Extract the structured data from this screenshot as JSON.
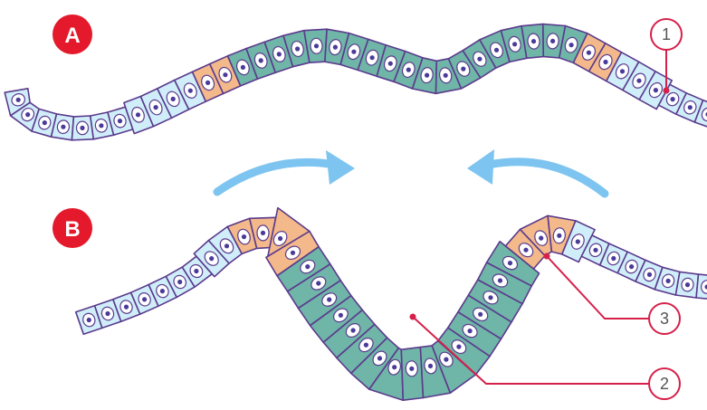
{
  "panels": [
    {
      "id": "A",
      "label": "A"
    },
    {
      "id": "B",
      "label": "B"
    }
  ],
  "callouts": [
    {
      "id": "1",
      "label": "1"
    },
    {
      "id": "2",
      "label": "2"
    },
    {
      "id": "3",
      "label": "3"
    }
  ],
  "colors": {
    "badge": "#e4192b",
    "callout_line": "#d6204a",
    "arrow": "#7ec4f0",
    "cell_outline": "#5b3a8c",
    "flat_cell": "#cfeefa",
    "columnar_cell": "#6fb5a8",
    "highlight_cell": "#f3b98a",
    "nucleus_ring": "#ffffff",
    "nucleus_core": "#4a3a9a"
  }
}
